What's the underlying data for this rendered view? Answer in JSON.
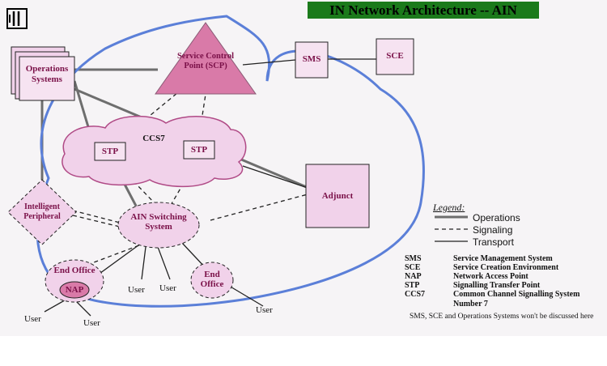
{
  "title": "IN Network Architecture -- AIN",
  "logo": "logo-icon",
  "nodes": {
    "operations": "Operations Systems",
    "scp": "Service Control Point (SCP)",
    "sms": "SMS",
    "sce": "SCE",
    "ccs7": "CCS7",
    "stp_left": "STP",
    "stp_right": "STP",
    "adjunct": "Adjunct",
    "ip": "Intelligent Peripheral",
    "ain": "AIN Switching System",
    "end_office_left": "End Office",
    "nap": "NAP",
    "end_office_right": "End Office",
    "users": [
      "User",
      "User",
      "User",
      "User",
      "User"
    ]
  },
  "legend": {
    "title": "Legend:",
    "operations": "Operations",
    "signaling": "Signaling",
    "transport": "Transport"
  },
  "abbreviations": [
    {
      "abbr": "SMS",
      "desc": "Service Management System"
    },
    {
      "abbr": "SCE",
      "desc": "Service Creation Environment"
    },
    {
      "abbr": "NAP",
      "desc": "Network Access Point"
    },
    {
      "abbr": "STP",
      "desc": "Signalling Transfer Point"
    },
    {
      "abbr": "CCS7",
      "desc": "Common Channel Signalling System Number 7"
    }
  ],
  "note": "SMS, SCE and Operations Systems won't be discussed here",
  "colors": {
    "boundary": "#5b7fd8",
    "node_fill": "#f1d2ea",
    "scp_fill": "#d97aa8",
    "title_bg": "#1b7a1b",
    "label": "#7a1048"
  }
}
